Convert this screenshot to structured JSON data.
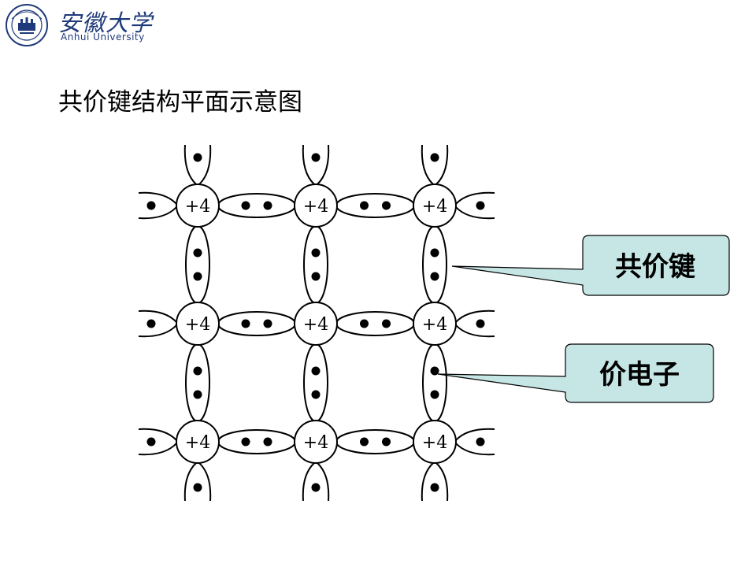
{
  "header": {
    "logo_cn": "安徽大学",
    "logo_en": "Anhui University"
  },
  "title": "共价键结构平面示意图",
  "diagram": {
    "ion_label": "+4",
    "callouts": {
      "covalent_bond": "共价键",
      "valence_electron": "价电子"
    },
    "callout_fill": "#c5e6e4"
  }
}
